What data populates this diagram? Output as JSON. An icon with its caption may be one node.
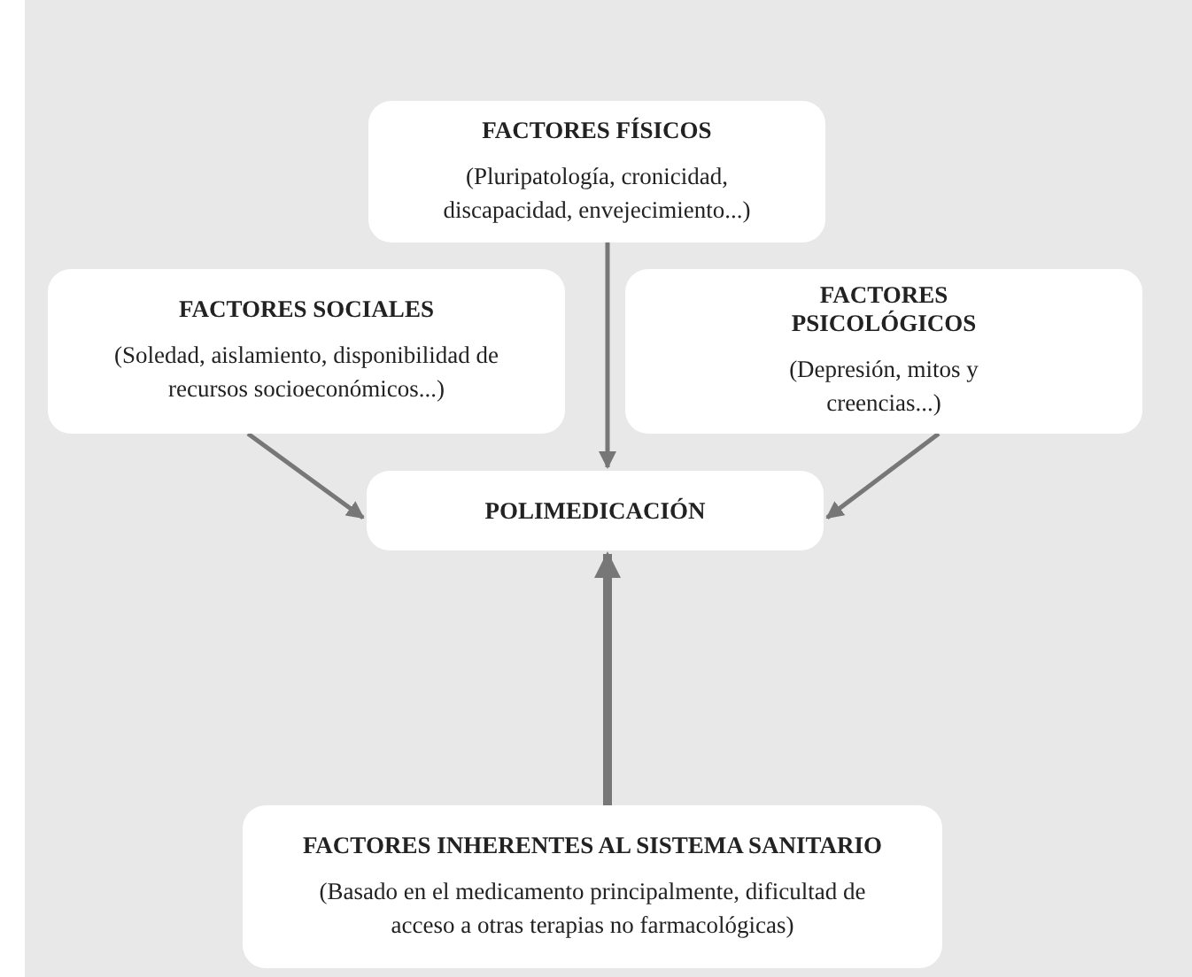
{
  "diagram": {
    "nodes": [
      {
        "text": [
          "FACTORES FÍSICOS",
          "(Pluripatología, cronicidad, discapacidad, envejecimiento...)"
        ]
      },
      {
        "text": [
          "FACTORES SOCIALES",
          "(Soledad, aislamiento, disponibilidad de recursos socioeconómicos...)"
        ]
      },
      {
        "text": [
          "FACTORES PSICOLÓGICOS",
          "(Depresión, mitos y creencias...)"
        ]
      },
      {
        "text": [
          "POLIMEDICACIÓN"
        ]
      },
      {
        "text": [
          "FACTORES INHERENTES AL SISTEMA SANITARIO",
          "(Basado en el medicamento principalmente, dificultad de acceso a otras terapias no farmacológicas)"
        ]
      }
    ],
    "edges": [
      {
        "from": 0,
        "to": 3,
        "arrow": "to"
      },
      {
        "from": 1,
        "to": 3,
        "arrow": "to"
      },
      {
        "from": 2,
        "to": 3,
        "arrow": "to"
      },
      {
        "from": 4,
        "to": 3,
        "arrow": "to",
        "style": "thick"
      }
    ]
  }
}
